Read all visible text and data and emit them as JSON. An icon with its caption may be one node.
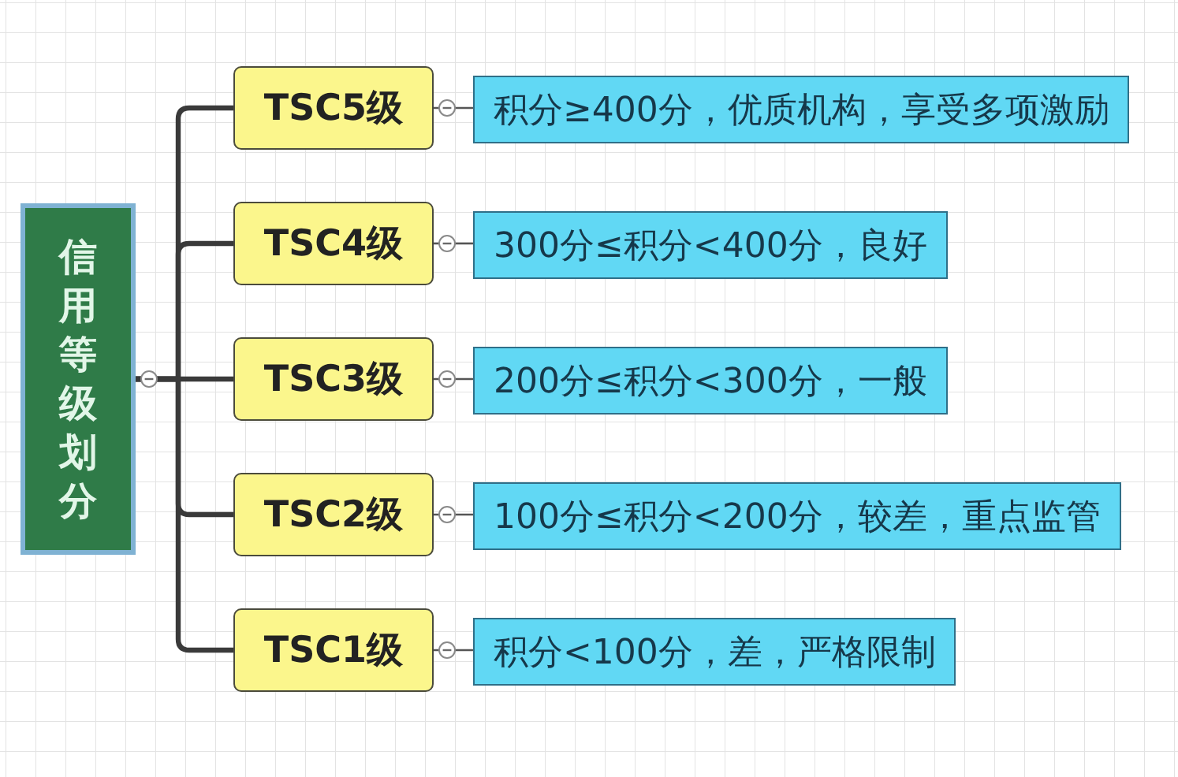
{
  "diagram": {
    "nodes": [
      {
        "text": [
          "信用等级划分"
        ]
      },
      {
        "text": [
          "TSC5级"
        ]
      },
      {
        "text": [
          "积分≥400分，优质机构，享受多项激励"
        ]
      },
      {
        "text": [
          "TSC4级"
        ]
      },
      {
        "text": [
          "300分≤积分<400分，良好"
        ]
      },
      {
        "text": [
          "TSC3级"
        ]
      },
      {
        "text": [
          "200分≤积分<300分，一般"
        ]
      },
      {
        "text": [
          "TSC2级"
        ]
      },
      {
        "text": [
          "100分≤积分<200分，较差，重点监管"
        ]
      },
      {
        "text": [
          "TSC1级"
        ]
      },
      {
        "text": [
          "积分<100分，差，严格限制"
        ]
      }
    ],
    "edges": [
      {
        "from": 0,
        "to": 1,
        "arrow": "none",
        "style": "thick"
      },
      {
        "from": 0,
        "to": 3,
        "arrow": "none",
        "style": "thick"
      },
      {
        "from": 0,
        "to": 5,
        "arrow": "none",
        "style": "thick"
      },
      {
        "from": 0,
        "to": 7,
        "arrow": "none",
        "style": "thick"
      },
      {
        "from": 0,
        "to": 9,
        "arrow": "none",
        "style": "thick"
      },
      {
        "from": 1,
        "to": 2,
        "arrow": "none"
      },
      {
        "from": 3,
        "to": 4,
        "arrow": "none"
      },
      {
        "from": 5,
        "to": 6,
        "arrow": "none"
      },
      {
        "from": 7,
        "to": 8,
        "arrow": "none"
      },
      {
        "from": 9,
        "to": 10,
        "arrow": "none"
      }
    ]
  }
}
